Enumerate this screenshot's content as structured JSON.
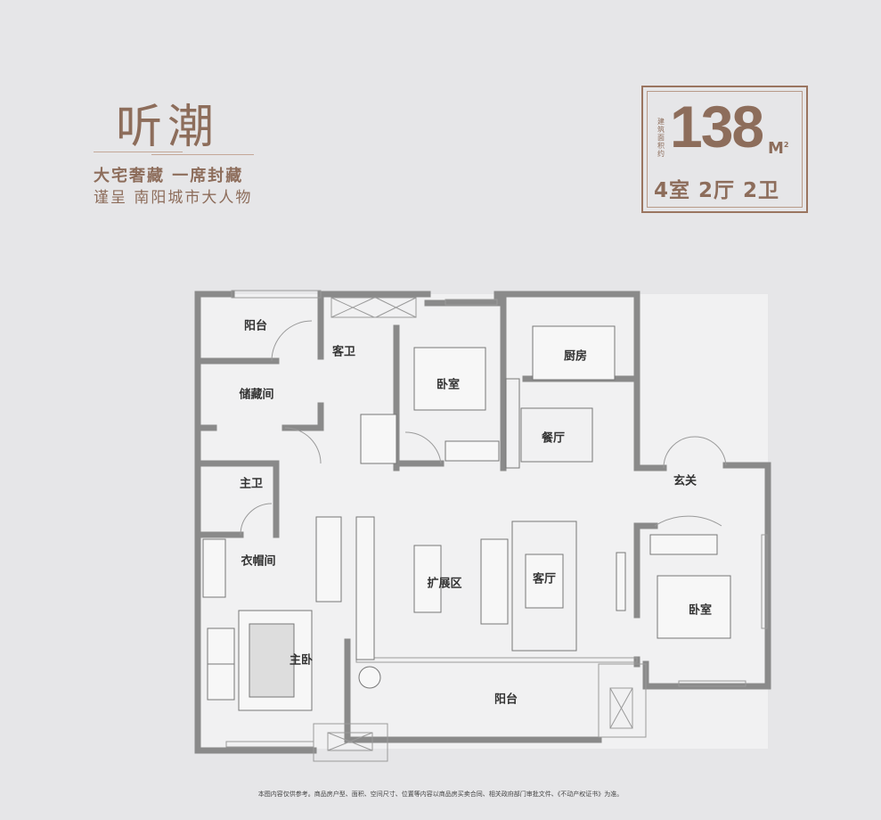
{
  "header": {
    "title": "听潮",
    "slogan_1": "大宅奢藏 一席封藏",
    "slogan_2": "谨呈 南阳城市大人物"
  },
  "area": {
    "label": "建筑面积约",
    "value": "138",
    "unit": "M",
    "unit_sup": "2",
    "layout": "4室 2厅 2卫"
  },
  "rooms": {
    "balcony_top": "阳台",
    "guest_bath": "客卫",
    "bedroom_1": "卧室",
    "kitchen": "厨房",
    "storage": "储藏间",
    "dining": "餐厅",
    "master_bath": "主卫",
    "entrance": "玄关",
    "cloakroom": "衣帽间",
    "expansion": "扩展区",
    "living": "客厅",
    "bedroom_2": "卧室",
    "master_bedroom": "主卧",
    "balcony_bottom": "阳台"
  },
  "disclaimer": "本图内容仅供参考。商品房户型、面积、空间尺寸、位置等内容以商品房买卖合同、相关政府部门审批文件、《不动产权证书》为准。",
  "colors": {
    "brand": "#8d6d5b",
    "wall": "#8a8a8a",
    "background": "#e6e6e8"
  }
}
